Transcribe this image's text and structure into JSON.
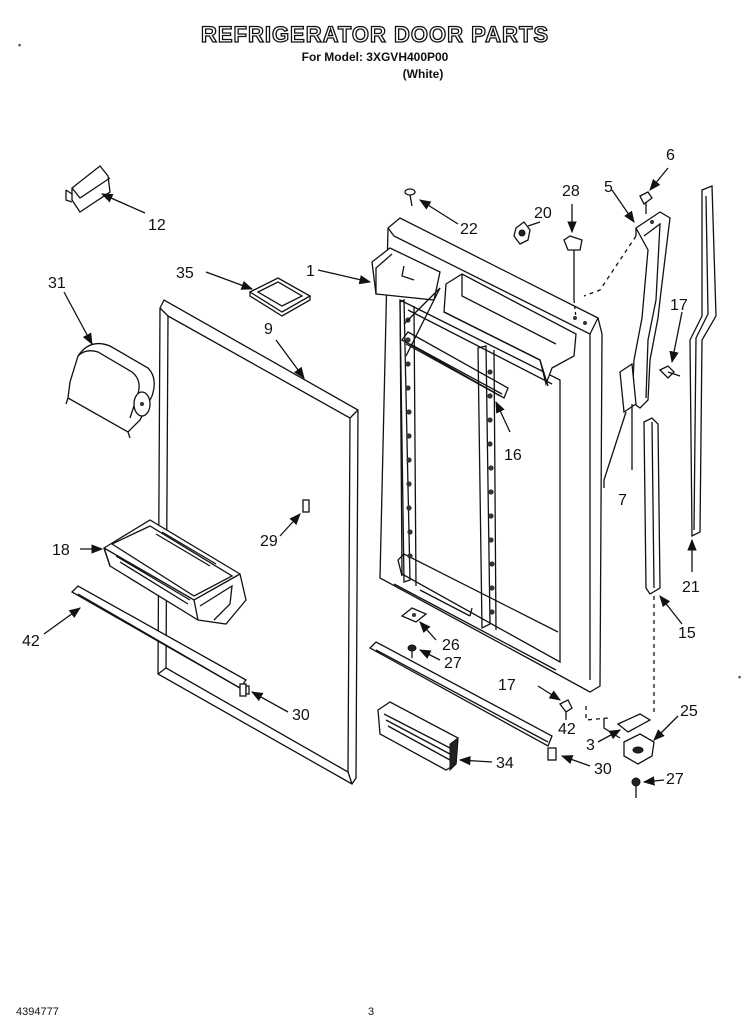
{
  "header": {
    "title": "REFRIGERATOR DOOR PARTS",
    "model_line": "For Model: 3XGVH400P00",
    "color": "(White)"
  },
  "footer": {
    "doc_number": "4394777",
    "page_number": "3"
  },
  "callouts": {
    "c1": "1",
    "c3": "3",
    "c5": "5",
    "c6": "6",
    "c7": "7",
    "c9": "9",
    "c12": "12",
    "c15": "15",
    "c16": "16",
    "c17a": "17",
    "c17b": "17",
    "c18": "18",
    "c20": "20",
    "c21": "21",
    "c22": "22",
    "c25": "25",
    "c26": "26",
    "c27a": "27",
    "c27b": "27",
    "c28": "28",
    "c29": "29",
    "c30a": "30",
    "c30b": "30",
    "c31": "31",
    "c34": "34",
    "c35": "35",
    "c42a": "42",
    "c42b": "42"
  }
}
